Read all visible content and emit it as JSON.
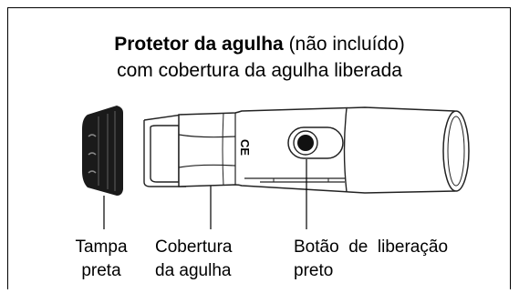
{
  "title": {
    "bold_text": "Protetor da agulha",
    "normal_text": "(não incluído)",
    "line2": "com cobertura da agulha liberada"
  },
  "labels": {
    "tampa": {
      "line1": "Tampa",
      "line2": "preta"
    },
    "cobertura": {
      "line1": "Cobertura",
      "line2": "da agulha"
    },
    "botao": {
      "line1": "Botão  de  liberação",
      "line2": "preto"
    }
  },
  "device": {
    "ce_mark": "CE"
  }
}
